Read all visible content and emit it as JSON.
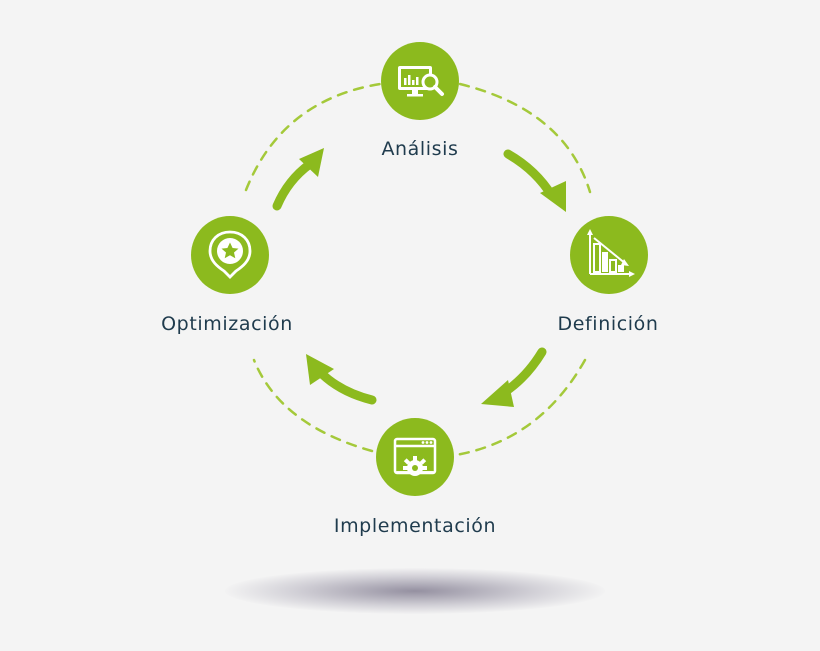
{
  "diagram": {
    "steps": [
      {
        "id": "analisis",
        "label": "Análisis",
        "icon": "monitor-magnifier-icon"
      },
      {
        "id": "definicion",
        "label": "Definición",
        "icon": "descending-bar-chart-icon"
      },
      {
        "id": "implementacion",
        "label": "Implementación",
        "icon": "browser-gear-icon"
      },
      {
        "id": "optimizacion",
        "label": "Optimización",
        "icon": "star-badge-icon"
      }
    ],
    "flow": "clockwise",
    "colors": {
      "accent": "#8cba1e",
      "text": "#1f3b4d",
      "background": "#f4f4f4"
    }
  }
}
